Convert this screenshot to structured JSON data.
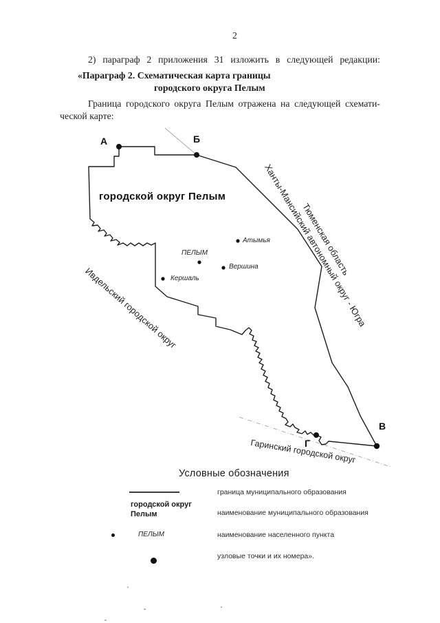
{
  "page": {
    "number": "2"
  },
  "intro": {
    "paragraph1": "2) параграф 2 приложения 31 изложить в следующей редакции:",
    "heading_line1": "«Параграф 2. Схематическая карта границы",
    "heading_line2": "городского округа Пелым",
    "paragraph2_line1": "Граница городского округа Пелым отражена на следующей схемати-",
    "paragraph2_line2": "ческой карте:"
  },
  "map": {
    "district_label": "городской округ Пелым",
    "regions": {
      "khanty": "Ханты-Мансийский автономный округ - Югра",
      "tyumen": "Тюменская область",
      "ivdel": "Ивдельский городской округ",
      "garinsky": "Гаринский городской округ"
    },
    "points": {
      "a": "А",
      "b": "Б",
      "v": "В",
      "g": "Г"
    },
    "settlements": {
      "atymya": "Атымья",
      "pelym": "ПЕЛЫМ",
      "vershina": "Вершина",
      "kershal": "Кершаль"
    }
  },
  "legend": {
    "title": "Условные обозначения",
    "row1_label": "граница муниципального образования",
    "row2_sample_line1": "городской округ",
    "row2_sample_line2": "Пелым",
    "row2_label": "наименование муниципального образования",
    "row3_sample": "ПЕЛЫМ",
    "row3_label": "наименование населенного пункта",
    "row4_label": "узловые точки и их номера»."
  },
  "colors": {
    "boundary_line": "#1c1c1c",
    "faint_line": "#979797",
    "paper": "#ffffff"
  }
}
